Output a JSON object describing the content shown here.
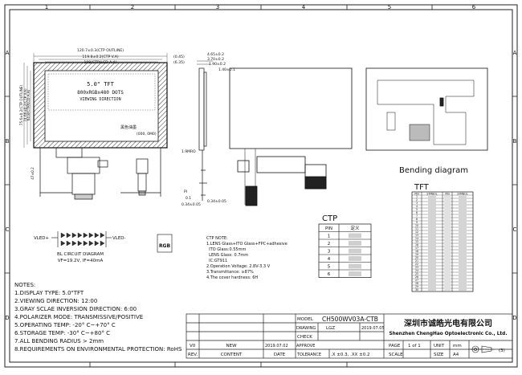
{
  "frame": {
    "cols": [
      "1",
      "2",
      "3",
      "4",
      "5",
      "6"
    ],
    "rows": [
      "A",
      "B",
      "C",
      "D"
    ]
  },
  "front_view": {
    "dims_top": [
      "120.7±0.3(CTP OUTLINE)",
      "119.8±0.2(CTP V.A)",
      "108(CTP/LCD A.A)"
    ],
    "dims_top_right": [
      "(0.45)",
      "(6.35)"
    ],
    "dims_left": [
      "75.6±0.2(CTP OUTLINE)",
      "74.66±0.2(CTP V.A)",
      "64.8(CTP/LCD A.A)"
    ],
    "screen_lines": [
      "5.0\" TFT",
      "800xRGBx480 DOTS",
      "VIEWING DIRECTION"
    ],
    "black_label": "黑色油墨",
    "black_code": "(000, 0M0)",
    "bottom_dim": "47±0.2"
  },
  "side_view": {
    "dims": [
      "4.65±0.2",
      "3.70±0.2",
      "1.90±0.2",
      "1.40±0.1"
    ],
    "labels": [
      "1.9MRO",
      "0.34±0.05",
      "0.34±0.05",
      "PI",
      "0.1"
    ]
  },
  "bending_label": "Bending diagram",
  "circuit": {
    "vled_pos": "VLED+",
    "vled_neg": "VLED-",
    "title": "BL CIRCUIT DIAGRAM",
    "spec": "VF=19.2V, IF=40mA",
    "rgb": "RGB"
  },
  "ctp_note": [
    "CTP NOTE:",
    "1.LENS Glass+ITO Glass+FPC+adhesive",
    "  ITO Glass:0.55mm",
    "  LENS Glass: 0.7mm",
    "  IC:GT911",
    "2.Operation Voltage: 2.8V-3.3 V",
    "3.Transmittance: ≥87%",
    "4.The cover hardness: 6H"
  ],
  "ctp_table": {
    "title": "CTP",
    "headers": [
      "PIN",
      "定义"
    ],
    "pins": [
      "1",
      "2",
      "3",
      "4",
      "5",
      "6"
    ]
  },
  "tft_table": {
    "title": "TFT",
    "headers": [
      "PIN",
      "SYMBOL",
      "PIN",
      "SYMBOL"
    ],
    "left_pins": [
      "1",
      "2",
      "3",
      "4",
      "5",
      "6",
      "7",
      "8",
      "9",
      "10",
      "11",
      "12",
      "13",
      "14",
      "15",
      "16",
      "17",
      "18",
      "19",
      "20",
      "21",
      "22",
      "23",
      "24",
      "25",
      "26",
      "27",
      "28",
      "29",
      "30"
    ]
  },
  "notes": [
    "NOTES:",
    "1.DISPLAY TYPE:  5.0\"TFT",
    "2.VIEWING DIRECTION: 12:00",
    "3.GRAY SCLAE INVERSION DIRECTION: 6:00",
    "4.POLARIZER MODE: TRANSMISSIVE/POSITIVE",
    "5.OPERATING TEMP: -20° C~+70° C",
    "6.STORAGE TEMP: -30° C~+80° C",
    "7.ALL BENDING RADIUS > 2mm",
    "8.REQUIREMENTS ON ENVIRONMENTAL PROTECTION: RoHS"
  ],
  "title_block": {
    "model_label": "MODEL",
    "model": "CH500WV03A-CTB",
    "drawing_label": "DRAWING",
    "drawer": "LGZ",
    "drawing_date": "2019.07.05",
    "check_label": "CHECK",
    "approve_label": "APPROVE",
    "company_cn": "深圳市诚皓光电有限公司",
    "company_en": "Shenzhen ChengHao Optoelectronic Co., Ltd.",
    "revision": "V0",
    "rev_content": "NEW",
    "rev_date": "2019.07.02",
    "rev_label": "REV.",
    "content_label": "CONTENT",
    "date_label": "DATE",
    "tolerance_label": "TOLERANCE",
    "tolerance": ".X ±0.3, .XX ±0.2",
    "scale_label": "SCALE",
    "page_label": "PAGE",
    "page": "1 of 1",
    "unit_label": "UNIT",
    "unit": "mm",
    "size_label": "SIZE",
    "size": "A4",
    "projection": "(3)"
  }
}
